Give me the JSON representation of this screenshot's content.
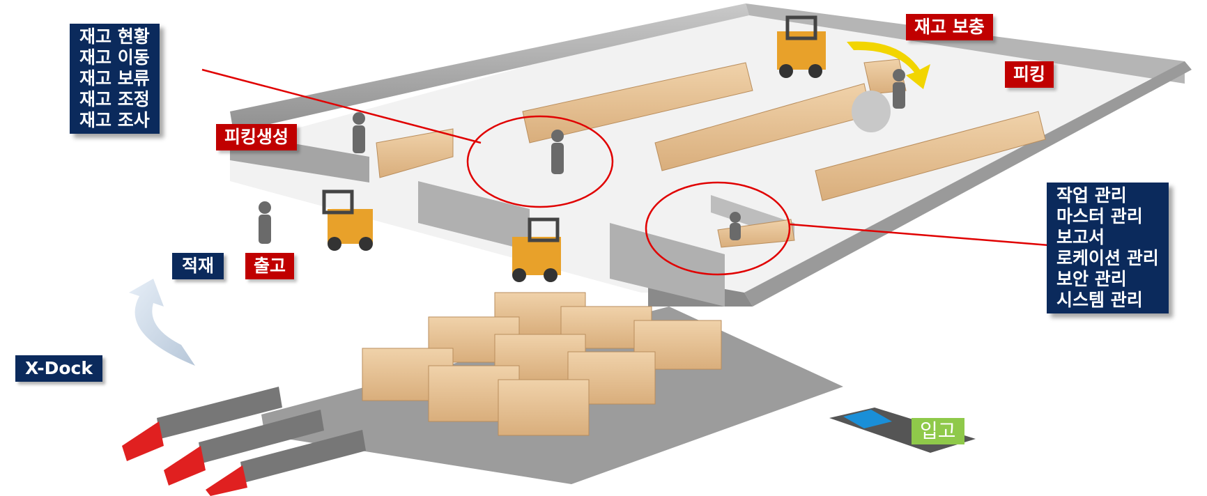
{
  "labels": {
    "stock_replenish": "재고 보충",
    "picking": "피킹",
    "picking_create": "피킹생성",
    "loading": "적재",
    "shipping": "출고",
    "xdock": "X-Dock",
    "receiving": "입고"
  },
  "inventory_menu": [
    "재고 현황",
    "재고 이동",
    "재고 보류",
    "재고 조정",
    "재고 조사"
  ],
  "management_menu": [
    "작업 관리",
    "마스터 관리",
    "보고서",
    "로케이션 관리",
    "보안 관리",
    "시스템 관리"
  ],
  "colors": {
    "red_label": "#c00000",
    "navy_box": "#0b2a5c",
    "green_label": "#8fc94a",
    "callout": "#e00000"
  }
}
